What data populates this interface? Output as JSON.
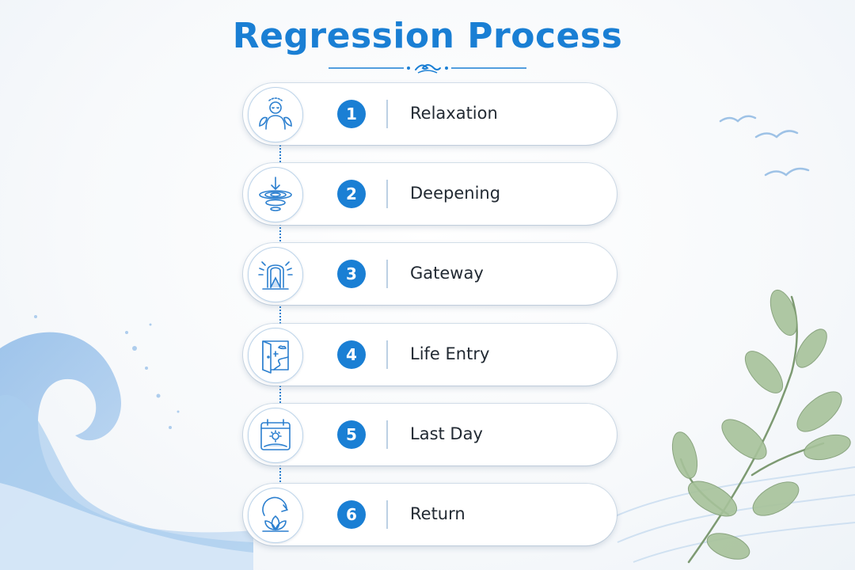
{
  "title": "Regression Process",
  "accent_color": "#1a7fd4",
  "steps": [
    {
      "number": "1",
      "label": "Relaxation",
      "icon": "relaxed-person-icon"
    },
    {
      "number": "2",
      "label": "Deepening",
      "icon": "spiral-descent-icon"
    },
    {
      "number": "3",
      "label": "Gateway",
      "icon": "arch-doorway-icon"
    },
    {
      "number": "4",
      "label": "Life Entry",
      "icon": "open-door-path-icon"
    },
    {
      "number": "5",
      "label": "Last Day",
      "icon": "calendar-sun-icon"
    },
    {
      "number": "6",
      "label": "Return",
      "icon": "lotus-return-icon"
    }
  ]
}
